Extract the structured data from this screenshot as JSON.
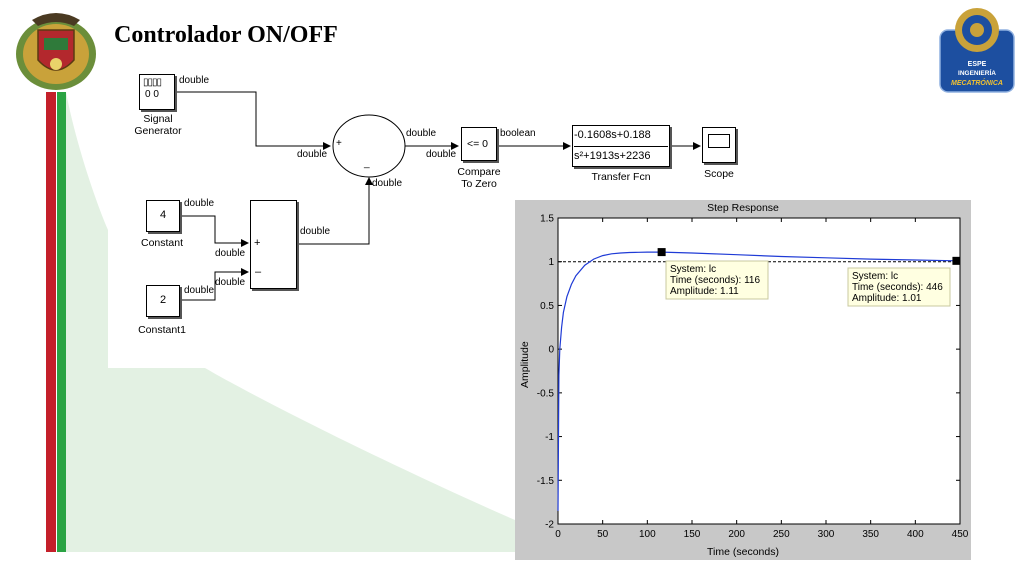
{
  "slide": {
    "title": "Controlador ON/OFF",
    "right_logo_lines": [
      "ESPE",
      "INGENIERÍA",
      "MECATRÓNICA"
    ],
    "colors": {
      "red_bar": "#c4202a",
      "green_bar": "#2aa343",
      "deco_fill": "#e3f1e3"
    }
  },
  "model": {
    "blocks": {
      "signal_generator": {
        "label_line1": "Signal",
        "label_line2": "Generator",
        "icon_top": "▯▯▯▯",
        "icon_bottom": "0 0"
      },
      "constant": {
        "value": "4",
        "label": "Constant"
      },
      "constant1": {
        "value": "2",
        "label": "Constant1"
      },
      "sum1_signs": [
        "+",
        "_"
      ],
      "sum2_signs": [
        "+",
        "–"
      ],
      "compare": {
        "text": "<= 0",
        "label_line1": "Compare",
        "label_line2": "To Zero"
      },
      "transfer_fcn": {
        "numerator": "-0.1608s+0.188",
        "denominator": "s²+1913s+2236",
        "label": "Transfer Fcn"
      },
      "scope": {
        "label": "Scope"
      }
    },
    "signals": {
      "siggen_out": "double",
      "sum1_in1": "double",
      "sum1_out_a": "double",
      "sum1_out_b": "double",
      "compare_out": "boolean",
      "sum1_in2": "double",
      "constant_out": "double",
      "constant_in_sum": "double",
      "constant1_out": "double",
      "constant1_in_sum": "double",
      "sum2_out": "double"
    }
  },
  "plot": {
    "window_title": "Step Response",
    "datatips": [
      {
        "system": "System: lc",
        "time": "Time (seconds): 116",
        "amplitude": "Amplitude: 1.11"
      },
      {
        "system": "System: lc",
        "time": "Time (seconds): 446",
        "amplitude": "Amplitude: 1.01"
      }
    ]
  },
  "chart_data": {
    "type": "line",
    "title": "Step Response",
    "xlabel": "Time (seconds)",
    "ylabel": "Amplitude",
    "xlim": [
      0,
      450
    ],
    "ylim": [
      -2,
      1.5
    ],
    "xticks": [
      0,
      50,
      100,
      150,
      200,
      250,
      300,
      350,
      400,
      450
    ],
    "yticks": [
      -2,
      -1.5,
      -1,
      -0.5,
      0,
      0.5,
      1,
      1.5
    ],
    "grid": false,
    "series": [
      {
        "x": [
          0,
          1,
          2,
          4,
          6,
          10,
          15,
          20,
          30,
          40,
          50,
          60,
          70,
          80,
          90,
          100,
          116,
          150,
          200,
          250,
          300,
          350,
          400,
          446
        ],
        "y": [
          -1.85,
          -0.3,
          0.0,
          0.25,
          0.42,
          0.6,
          0.74,
          0.84,
          0.96,
          1.03,
          1.07,
          1.09,
          1.1,
          1.105,
          1.108,
          1.11,
          1.11,
          1.1,
          1.08,
          1.06,
          1.045,
          1.03,
          1.02,
          1.01
        ],
        "color": "#1f3bd6"
      }
    ],
    "reference_line": {
      "y": 1.0,
      "style": "dashed",
      "color": "#000000"
    },
    "markers": [
      {
        "x": 116,
        "y": 1.11
      },
      {
        "x": 446,
        "y": 1.01
      }
    ]
  }
}
